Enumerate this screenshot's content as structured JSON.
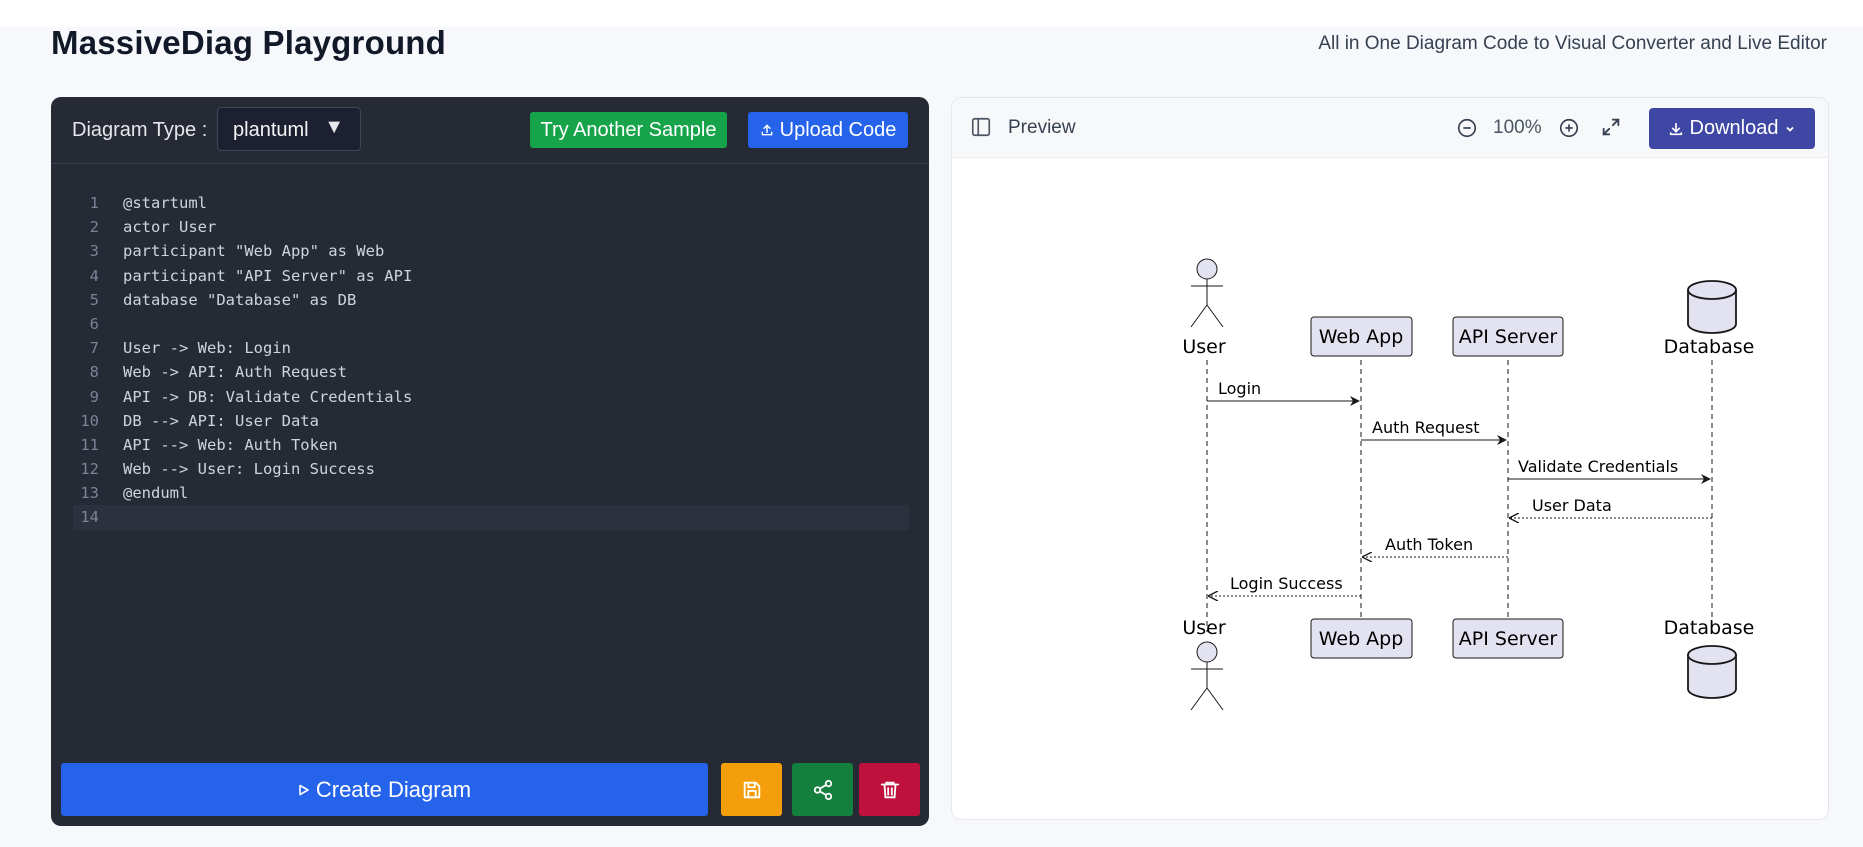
{
  "header": {
    "title": "MassiveDiag Playground",
    "subtitle": "All in One Diagram Code to Visual Converter and Live Editor"
  },
  "editor": {
    "diagram_type_label": "Diagram Type :",
    "diagram_type_value": "plantuml",
    "try_sample_label": "Try Another Sample",
    "upload_label": "Upload Code",
    "create_label": "Create Diagram",
    "lines": [
      {
        "n": "1",
        "t": "@startuml"
      },
      {
        "n": "2",
        "t": "actor User"
      },
      {
        "n": "3",
        "t": "participant \"Web App\" as Web"
      },
      {
        "n": "4",
        "t": "participant \"API Server\" as API"
      },
      {
        "n": "5",
        "t": "database \"Database\" as DB"
      },
      {
        "n": "6",
        "t": ""
      },
      {
        "n": "7",
        "t": "User -> Web: Login"
      },
      {
        "n": "8",
        "t": "Web -> API: Auth Request"
      },
      {
        "n": "9",
        "t": "API -> DB: Validate Credentials"
      },
      {
        "n": "10",
        "t": "DB --> API: User Data"
      },
      {
        "n": "11",
        "t": "API --> Web: Auth Token"
      },
      {
        "n": "12",
        "t": "Web --> User: Login Success"
      },
      {
        "n": "13",
        "t": "@enduml"
      },
      {
        "n": "14",
        "t": ""
      }
    ]
  },
  "preview": {
    "label": "Preview",
    "zoom": "100%",
    "download_label": "Download"
  },
  "diagram": {
    "participants": {
      "user": "User",
      "web": "Web App",
      "api": "API Server",
      "db": "Database"
    },
    "messages": {
      "m1": "Login",
      "m2": "Auth Request",
      "m3": "Validate Credentials",
      "m4": "User Data",
      "m5": "Auth Token",
      "m6": "Login Success"
    }
  },
  "colors": {
    "primary": "#2563eb",
    "success": "#16a34a",
    "warning": "#f59e0b",
    "share": "#15803d",
    "danger": "#be123c",
    "download": "#3f47a4",
    "participant_fill": "#e2e2f0"
  }
}
